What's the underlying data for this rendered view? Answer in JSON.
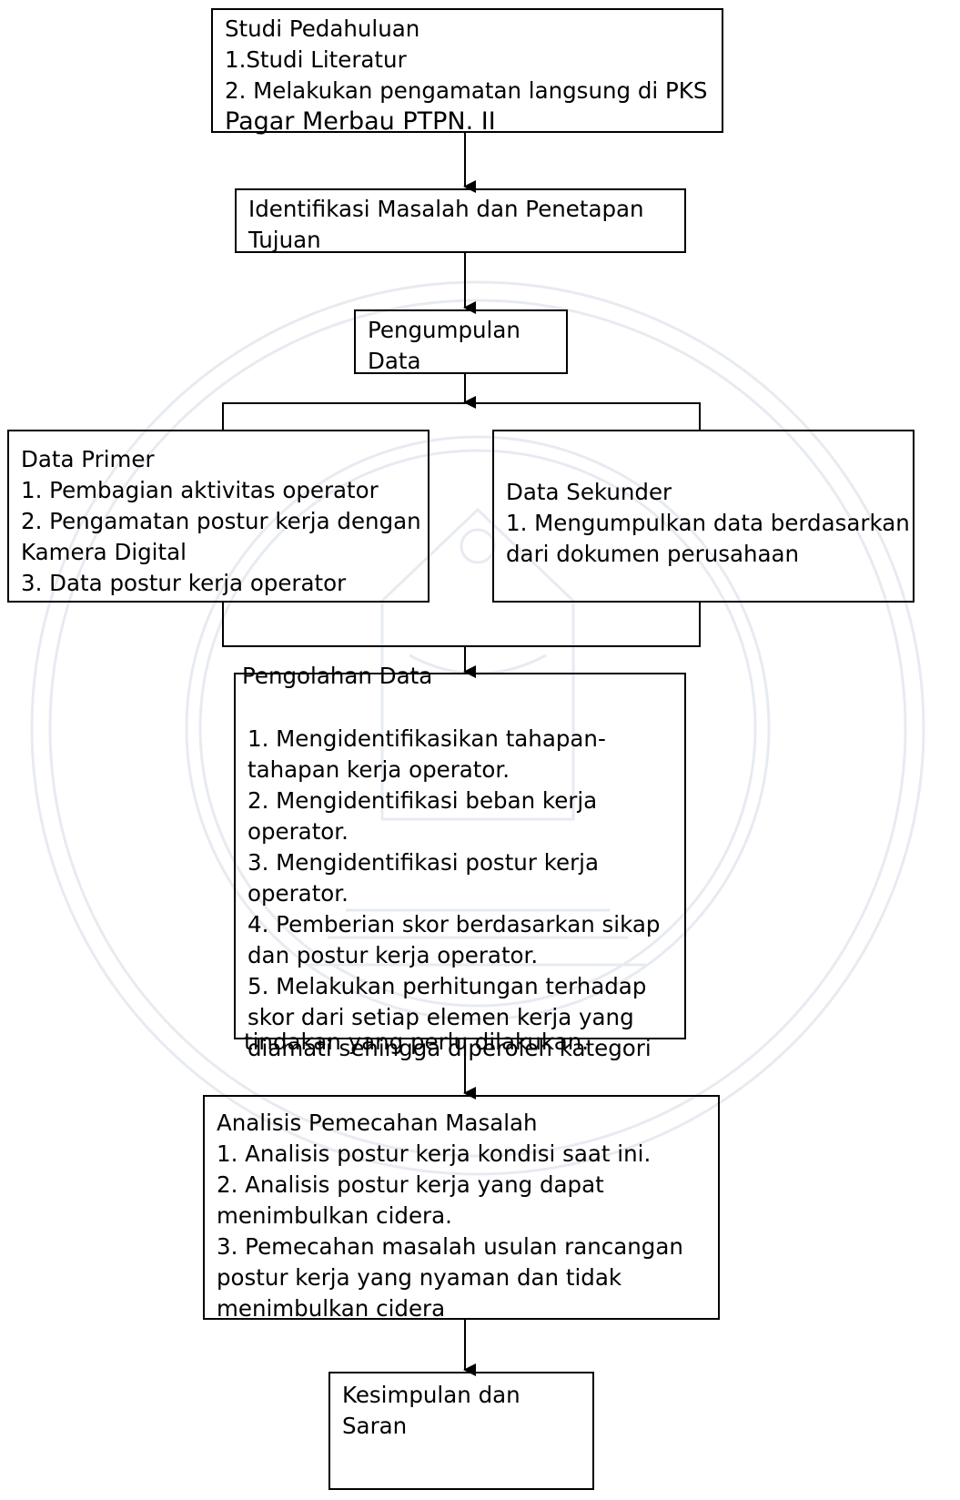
{
  "boxes": {
    "studi": {
      "lines": [
        "Studi Pedahuluan",
        "1.Studi Literatur",
        "2. Melakukan pengamatan langsung di PKS",
        "Pagar Merbau PTPN. II"
      ]
    },
    "ident": {
      "lines": [
        "Identifikasi Masalah dan Penetapan",
        "Tujuan"
      ]
    },
    "pengumpulan": {
      "lines": [
        "Pengumpulan",
        "Data"
      ]
    },
    "primer": {
      "lines": [
        "Data Primer",
        "1. Pembagian aktivitas operator",
        "2. Pengamatan postur kerja dengan",
        "Kamera Digital",
        "3. Data postur kerja operator"
      ]
    },
    "sekunder": {
      "lines": [
        "Data Sekunder",
        "1. Mengumpulkan data berdasarkan",
        "dari dokumen perusahaan"
      ]
    },
    "pengolahan": {
      "title": "Pengolahan Data",
      "lines": [
        "1. Mengidentifikasikan tahapan-",
        "tahapan kerja operator.",
        "2. Mengidentifikasi beban kerja",
        "operator.",
        "3. Mengidentifikasi postur kerja",
        "operator.",
        "4. Pemberian skor berdasarkan sikap",
        "dan postur kerja operator.",
        "5. Melakukan perhitungan terhadap",
        "skor dari setiap elemen kerja yang",
        "diamati sehingga diperoleh kategori"
      ],
      "tail": "tindakan yang perlu dilakukan."
    },
    "analisis": {
      "lines": [
        "Analisis Pemecahan Masalah",
        "1. Analisis postur kerja kondisi saat ini.",
        "2. Analisis postur kerja yang dapat",
        "menimbulkan cidera.",
        "3. Pemecahan masalah usulan rancangan",
        "postur kerja yang nyaman dan tidak",
        "menimbulkan cidera"
      ]
    },
    "kesimpulan": {
      "lines": [
        "Kesimpulan dan",
        "Saran"
      ]
    }
  },
  "colors": {
    "stroke": "#000000",
    "watermark": "#d4dce6"
  }
}
